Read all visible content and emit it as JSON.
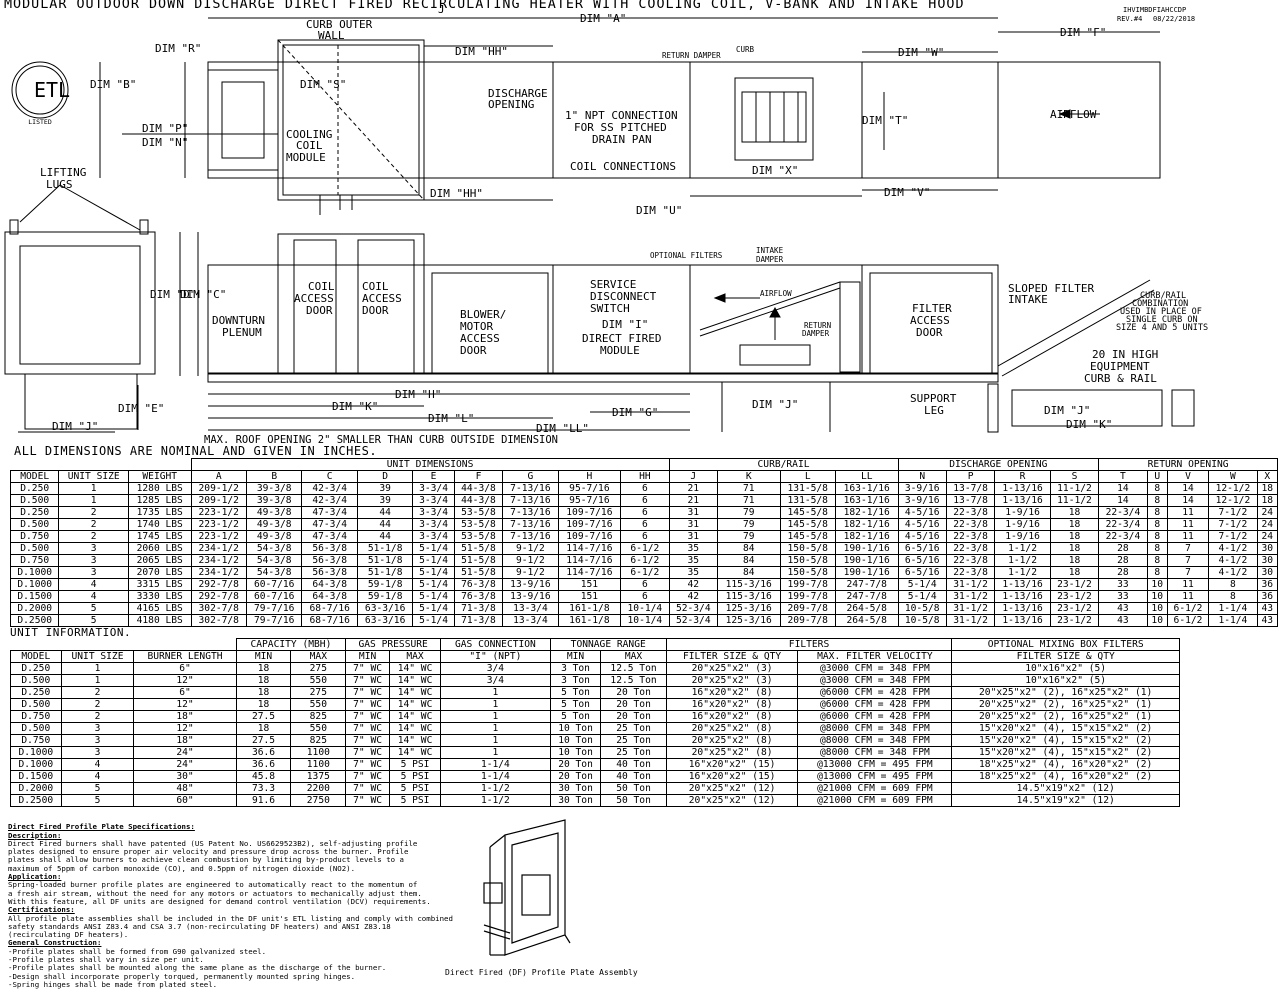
{
  "title": "MODULAR OUTDOOR DOWN DISCHARGE DIRECT FIRED RECIRCULATING HEATER WITH COOLING COIL, V-BANK AND INTAKE HOOD",
  "drawing_id": "IHVIMBDFIAHCCDP",
  "revision": "REV.#4",
  "date": "08/22/2018",
  "etl_mark": {
    "letters": "ETL",
    "text": "LISTED"
  },
  "top_view": {
    "dims": [
      "DIM \"A\"",
      "DIM \"F\"",
      "DIM \"R\"",
      "DIM \"B\"",
      "DIM \"S\"",
      "DIM \"P\"",
      "DIM \"N\"",
      "DIM \"HH\"",
      "DIM \"HH\"",
      "DIM \"W\"",
      "DIM \"T\"",
      "DIM \"X\"",
      "DIM \"V\"",
      "DIM \"U\""
    ],
    "labels": {
      "curb_outer_wall_1": "CURB OUTER",
      "curb_outer_wall_2": "WALL",
      "discharge_1": "DISCHARGE",
      "discharge_2": "OPENING",
      "npt_1": "1\" NPT CONNECTION",
      "npt_2": "FOR SS PITCHED",
      "npt_3": "DRAIN PAN",
      "coil_connections": "COIL CONNECTIONS",
      "cooling_1": "COOLING",
      "cooling_2": "COIL",
      "cooling_3": "MODULE",
      "return_damper": "RETURN DAMPER",
      "curb": "CURB",
      "airflow": "AIRFLOW",
      "j_mark": "J",
      "lifting_1": "LIFTING",
      "lifting_2": "LUGS"
    }
  },
  "side_view": {
    "dims": [
      "DIM \"D\"",
      "DIM \"C\"",
      "DIM \"E\"",
      "DIM \"J\"",
      "DIM \"H\"",
      "DIM \"K\"",
      "DIM \"L\"",
      "DIM \"LL\"",
      "DIM \"G\"",
      "DIM \"J\"",
      "DIM \"I\"",
      "DIM \"J\"",
      "DIM \"K\""
    ],
    "labels": {
      "downturn_1": "DOWNTURN",
      "downturn_2": "PLENUM",
      "coil_access_a": "COIL",
      "coil_access_b": "ACCESS",
      "coil_access_c": "DOOR",
      "blower_1": "BLOWER/",
      "blower_2": "MOTOR",
      "blower_3": "ACCESS",
      "blower_4": "DOOR",
      "service_1": "SERVICE",
      "service_2": "DISCONNECT",
      "service_3": "SWITCH",
      "dfm_1": "DIRECT FIRED",
      "dfm_2": "MODULE",
      "optional_filters": "OPTIONAL FILTERS",
      "intake_1": "INTAKE",
      "intake_2": "DAMPER",
      "airflow": "AIRFLOW",
      "return_1": "RETURN",
      "return_2": "DAMPER",
      "filter_1": "FILTER",
      "filter_2": "ACCESS",
      "filter_3": "DOOR",
      "sloped_1": "SLOPED FILTER",
      "sloped_2": "INTAKE",
      "curbrail_1": "CURB/RAIL",
      "curbrail_2": "COMBINATION",
      "curbrail_3": "USED IN PLACE OF",
      "curbrail_4": "SINGLE CURB ON",
      "curbrail_5": "SIZE 4 AND 5 UNITS",
      "equip_1": "20 IN HIGH",
      "equip_2": "EQUIPMENT",
      "equip_3": "CURB & RAIL",
      "support_1": "SUPPORT",
      "support_2": "LEG",
      "roof_note": "MAX. ROOF OPENING 2\" SMALLER THAN CURB OUTSIDE DIMENSION"
    }
  },
  "dimensions_note": "ALL DIMENSIONS ARE NOMINAL AND GIVEN IN INCHES.",
  "dim_table": {
    "groups": {
      "unit": "UNIT DIMENSIONS",
      "curb": "CURB/RAIL",
      "discharge": "DISCHARGE OPENING",
      "return": "RETURN OPENING"
    },
    "headers": [
      "MODEL",
      "UNIT SIZE",
      "WEIGHT",
      "A",
      "B",
      "C",
      "D",
      "E",
      "F",
      "G",
      "H",
      "HH",
      "J",
      "K",
      "L",
      "LL",
      "N",
      "P",
      "R",
      "S",
      "T",
      "U",
      "V",
      "W",
      "X"
    ],
    "rows": [
      [
        "D.250",
        "1",
        "1280 LBS",
        "209-1/2",
        "39-3/8",
        "42-3/4",
        "39",
        "3-3/4",
        "44-3/8",
        "7-13/16",
        "95-7/16",
        "6",
        "21",
        "71",
        "131-5/8",
        "163-1/16",
        "3-9/16",
        "13-7/8",
        "1-13/16",
        "11-1/2",
        "14",
        "8",
        "14",
        "12-1/2",
        "18"
      ],
      [
        "D.500",
        "1",
        "1285 LBS",
        "209-1/2",
        "39-3/8",
        "42-3/4",
        "39",
        "3-3/4",
        "44-3/8",
        "7-13/16",
        "95-7/16",
        "6",
        "21",
        "71",
        "131-5/8",
        "163-1/16",
        "3-9/16",
        "13-7/8",
        "1-13/16",
        "11-1/2",
        "14",
        "8",
        "14",
        "12-1/2",
        "18"
      ],
      [
        "D.250",
        "2",
        "1735 LBS",
        "223-1/2",
        "49-3/8",
        "47-3/4",
        "44",
        "3-3/4",
        "53-5/8",
        "7-13/16",
        "109-7/16",
        "6",
        "31",
        "79",
        "145-5/8",
        "182-1/16",
        "4-5/16",
        "22-3/8",
        "1-9/16",
        "18",
        "22-3/4",
        "8",
        "11",
        "7-1/2",
        "24"
      ],
      [
        "D.500",
        "2",
        "1740 LBS",
        "223-1/2",
        "49-3/8",
        "47-3/4",
        "44",
        "3-3/4",
        "53-5/8",
        "7-13/16",
        "109-7/16",
        "6",
        "31",
        "79",
        "145-5/8",
        "182-1/16",
        "4-5/16",
        "22-3/8",
        "1-9/16",
        "18",
        "22-3/4",
        "8",
        "11",
        "7-1/2",
        "24"
      ],
      [
        "D.750",
        "2",
        "1745 LBS",
        "223-1/2",
        "49-3/8",
        "47-3/4",
        "44",
        "3-3/4",
        "53-5/8",
        "7-13/16",
        "109-7/16",
        "6",
        "31",
        "79",
        "145-5/8",
        "182-1/16",
        "4-5/16",
        "22-3/8",
        "1-9/16",
        "18",
        "22-3/4",
        "8",
        "11",
        "7-1/2",
        "24"
      ],
      [
        "D.500",
        "3",
        "2060 LBS",
        "234-1/2",
        "54-3/8",
        "56-3/8",
        "51-1/8",
        "5-1/4",
        "51-5/8",
        "9-1/2",
        "114-7/16",
        "6-1/2",
        "35",
        "84",
        "150-5/8",
        "190-1/16",
        "6-5/16",
        "22-3/8",
        "1-1/2",
        "18",
        "28",
        "8",
        "7",
        "4-1/2",
        "30"
      ],
      [
        "D.750",
        "3",
        "2065 LBS",
        "234-1/2",
        "54-3/8",
        "56-3/8",
        "51-1/8",
        "5-1/4",
        "51-5/8",
        "9-1/2",
        "114-7/16",
        "6-1/2",
        "35",
        "84",
        "150-5/8",
        "190-1/16",
        "6-5/16",
        "22-3/8",
        "1-1/2",
        "18",
        "28",
        "8",
        "7",
        "4-1/2",
        "30"
      ],
      [
        "D.1000",
        "3",
        "2070 LBS",
        "234-1/2",
        "54-3/8",
        "56-3/8",
        "51-1/8",
        "5-1/4",
        "51-5/8",
        "9-1/2",
        "114-7/16",
        "6-1/2",
        "35",
        "84",
        "150-5/8",
        "190-1/16",
        "6-5/16",
        "22-3/8",
        "1-1/2",
        "18",
        "28",
        "8",
        "7",
        "4-1/2",
        "30"
      ],
      [
        "D.1000",
        "4",
        "3315 LBS",
        "292-7/8",
        "60-7/16",
        "64-3/8",
        "59-1/8",
        "5-1/4",
        "76-3/8",
        "13-9/16",
        "151",
        "6",
        "42",
        "115-3/16",
        "199-7/8",
        "247-7/8",
        "5-1/4",
        "31-1/2",
        "1-13/16",
        "23-1/2",
        "33",
        "10",
        "11",
        "8",
        "36"
      ],
      [
        "D.1500",
        "4",
        "3330 LBS",
        "292-7/8",
        "60-7/16",
        "64-3/8",
        "59-1/8",
        "5-1/4",
        "76-3/8",
        "13-9/16",
        "151",
        "6",
        "42",
        "115-3/16",
        "199-7/8",
        "247-7/8",
        "5-1/4",
        "31-1/2",
        "1-13/16",
        "23-1/2",
        "33",
        "10",
        "11",
        "8",
        "36"
      ],
      [
        "D.2000",
        "5",
        "4165 LBS",
        "302-7/8",
        "79-7/16",
        "68-7/16",
        "63-3/16",
        "5-1/4",
        "71-3/8",
        "13-3/4",
        "161-1/8",
        "10-1/4",
        "52-3/4",
        "125-3/16",
        "209-7/8",
        "264-5/8",
        "10-5/8",
        "31-1/2",
        "1-13/16",
        "23-1/2",
        "43",
        "10",
        "6-1/2",
        "1-1/4",
        "43"
      ],
      [
        "D.2500",
        "5",
        "4180 LBS",
        "302-7/8",
        "79-7/16",
        "68-7/16",
        "63-3/16",
        "5-1/4",
        "71-3/8",
        "13-3/4",
        "161-1/8",
        "10-1/4",
        "52-3/4",
        "125-3/16",
        "209-7/8",
        "264-5/8",
        "10-5/8",
        "31-1/2",
        "1-13/16",
        "23-1/2",
        "43",
        "10",
        "6-1/2",
        "1-1/4",
        "43"
      ]
    ]
  },
  "unit_info_title": "UNIT INFORMATION.",
  "info_table": {
    "groups": {
      "capacity": "CAPACITY (MBH)",
      "gas_pressure": "GAS PRESSURE",
      "gas_connection": "GAS CONNECTION",
      "tonnage": "TONNAGE RANGE",
      "filters": "FILTERS",
      "mixing": "OPTIONAL MIXING BOX FILTERS"
    },
    "headers": [
      "MODEL",
      "UNIT SIZE",
      "BURNER LENGTH",
      "MIN",
      "MAX",
      "MIN",
      "MAX",
      "\"I\" (NPT)",
      "MIN",
      "MAX",
      "FILTER SIZE & QTY",
      "MAX. FILTER VELOCITY",
      "FILTER SIZE & QTY"
    ],
    "rows": [
      [
        "D.250",
        "1",
        "6\"",
        "18",
        "275",
        "7\" WC",
        "14\" WC",
        "3/4",
        "3 Ton",
        "12.5 Ton",
        "20\"x25\"x2\" (3)",
        "@3000 CFM = 348 FPM",
        "10\"x16\"x2\" (5)"
      ],
      [
        "D.500",
        "1",
        "12\"",
        "18",
        "550",
        "7\" WC",
        "14\" WC",
        "3/4",
        "3 Ton",
        "12.5 Ton",
        "20\"x25\"x2\" (3)",
        "@3000 CFM = 348 FPM",
        "10\"x16\"x2\" (5)"
      ],
      [
        "D.250",
        "2",
        "6\"",
        "18",
        "275",
        "7\" WC",
        "14\" WC",
        "1",
        "5 Ton",
        "20 Ton",
        "16\"x20\"x2\" (8)",
        "@6000 CFM = 428 FPM",
        "20\"x25\"x2\" (2), 16\"x25\"x2\" (1)"
      ],
      [
        "D.500",
        "2",
        "12\"",
        "18",
        "550",
        "7\" WC",
        "14\" WC",
        "1",
        "5 Ton",
        "20 Ton",
        "16\"x20\"x2\" (8)",
        "@6000 CFM = 428 FPM",
        "20\"x25\"x2\" (2), 16\"x25\"x2\" (1)"
      ],
      [
        "D.750",
        "2",
        "18\"",
        "27.5",
        "825",
        "7\" WC",
        "14\" WC",
        "1",
        "5 Ton",
        "20 Ton",
        "16\"x20\"x2\" (8)",
        "@6000 CFM = 428 FPM",
        "20\"x25\"x2\" (2), 16\"x25\"x2\" (1)"
      ],
      [
        "D.500",
        "3",
        "12\"",
        "18",
        "550",
        "7\" WC",
        "14\" WC",
        "1",
        "10 Ton",
        "25 Ton",
        "20\"x25\"x2\" (8)",
        "@8000 CFM = 348 FPM",
        "15\"x20\"x2\" (4), 15\"x15\"x2\" (2)"
      ],
      [
        "D.750",
        "3",
        "18\"",
        "27.5",
        "825",
        "7\" WC",
        "14\" WC",
        "1",
        "10 Ton",
        "25 Ton",
        "20\"x25\"x2\" (8)",
        "@8000 CFM = 348 FPM",
        "15\"x20\"x2\" (4), 15\"x15\"x2\" (2)"
      ],
      [
        "D.1000",
        "3",
        "24\"",
        "36.6",
        "1100",
        "7\" WC",
        "14\" WC",
        "1",
        "10 Ton",
        "25 Ton",
        "20\"x25\"x2\" (8)",
        "@8000 CFM = 348 FPM",
        "15\"x20\"x2\" (4), 15\"x15\"x2\" (2)"
      ],
      [
        "D.1000",
        "4",
        "24\"",
        "36.6",
        "1100",
        "7\" WC",
        "5 PSI",
        "1-1/4",
        "20 Ton",
        "40 Ton",
        "16\"x20\"x2\" (15)",
        "@13000 CFM = 495 FPM",
        "18\"x25\"x2\" (4), 16\"x20\"x2\" (2)"
      ],
      [
        "D.1500",
        "4",
        "30\"",
        "45.8",
        "1375",
        "7\" WC",
        "5 PSI",
        "1-1/4",
        "20 Ton",
        "40 Ton",
        "16\"x20\"x2\" (15)",
        "@13000 CFM = 495 FPM",
        "18\"x25\"x2\" (4), 16\"x20\"x2\" (2)"
      ],
      [
        "D.2000",
        "5",
        "48\"",
        "73.3",
        "2200",
        "7\" WC",
        "5 PSI",
        "1-1/2",
        "30 Ton",
        "50 Ton",
        "20\"x25\"x2\" (12)",
        "@21000 CFM = 609 FPM",
        "14.5\"x19\"x2\" (12)"
      ],
      [
        "D.2500",
        "5",
        "60\"",
        "91.6",
        "2750",
        "7\" WC",
        "5 PSI",
        "1-1/2",
        "30 Ton",
        "50 Ton",
        "20\"x25\"x2\" (12)",
        "@21000 CFM = 609 FPM",
        "14.5\"x19\"x2\" (12)"
      ]
    ]
  },
  "notes": {
    "heading": "Direct Fired Profile Plate Specifications:",
    "description_head": "Description:",
    "description": "Direct Fired burners shall have patented (US Patent No. US6629523B2), self-adjusting profile\nplates designed to ensure proper air velocity and pressure drop across the burner. Profile\nplates shall allow burners to achieve clean combustion by limiting by-product levels to a\nmaximum of 5ppm of carbon monoxide (CO), and 0.5ppm of nitrogen dioxide (NO2).",
    "application_head": "Application:",
    "application": "Spring-loaded burner profile plates are engineered to automatically react to the momentum of\na fresh air stream, without the need for any motors or actuators to mechanically adjust them.\nWith this feature, all DF units are designed for demand control ventilation (DCV) requirements.",
    "cert_head": "Certifications:",
    "cert": "All profile plate assemblies shall be included in the DF unit's ETL listing and comply with combined\nsafety standards ANSI Z83.4 and CSA 3.7 (non-recirculating DF heaters) and ANSI Z83.18\n(recirculating DF heaters).",
    "construction_head": "General Construction:",
    "construction": "-Profile plates shall be formed from G90 galvanized steel.\n-Profile plates shall vary in size per unit.\n-Profile plates shall be mounted along the same plane as the discharge of the burner.\n-Design shall incorporate properly torqued, permanently mounted spring hinges.\n-Spring hinges shall be made from plated steel."
  },
  "assembly_caption": "Direct Fired (DF) Profile Plate Assembly"
}
